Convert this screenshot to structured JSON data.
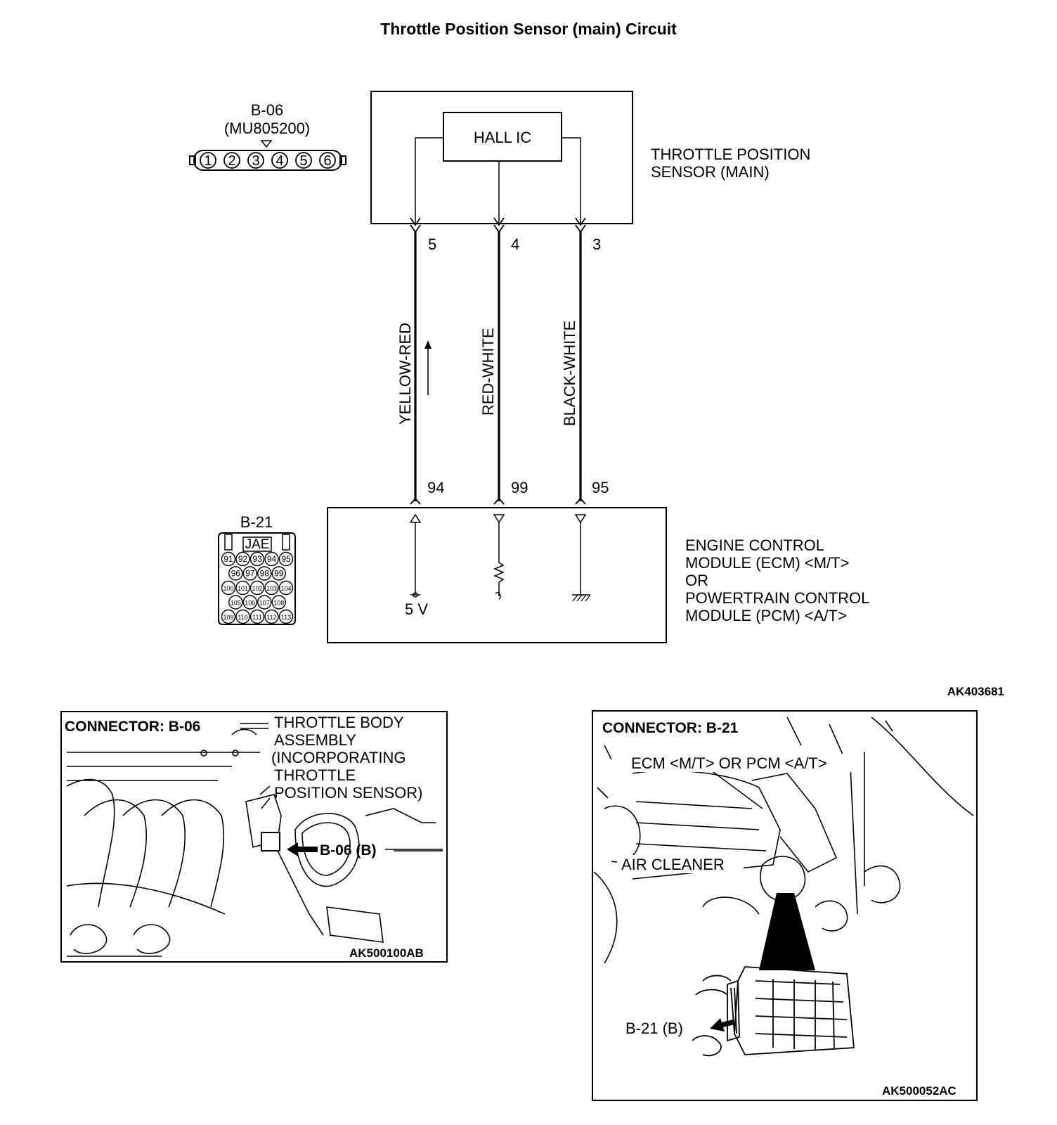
{
  "title": "Throttle Position Sensor (main) Circuit",
  "figure_code_main": "AK403681",
  "sensor": {
    "ic_label": "HALL IC",
    "name_line1": "THROTTLE POSITION",
    "name_line2": "SENSOR (MAIN)",
    "connector_id": "B-06",
    "connector_part": "(MU805200)",
    "connector_pins": [
      "1",
      "2",
      "3",
      "4",
      "5",
      "6"
    ],
    "terminals": [
      "5",
      "4",
      "3"
    ]
  },
  "wires": [
    "YELLOW-RED",
    "RED-WHITE",
    "BLACK-WHITE"
  ],
  "ecm": {
    "connector_id": "B-21",
    "connector_brand": "JAE",
    "pin_rows": [
      [
        "91",
        "92",
        "93",
        "94",
        "95"
      ],
      [
        "96",
        "97",
        "98",
        "99"
      ],
      [
        "100",
        "101",
        "102",
        "103",
        "104"
      ],
      [
        "105",
        "106",
        "107",
        "108"
      ],
      [
        "109",
        "110",
        "111",
        "112",
        "113"
      ]
    ],
    "terminals": [
      "94",
      "99",
      "95"
    ],
    "voltage_label": "5 V",
    "name_lines": [
      "ENGINE CONTROL",
      "MODULE (ECM) <M/T>",
      "OR",
      "POWERTRAIN CONTROL",
      "MODULE (PCM) <A/T>"
    ]
  },
  "location_b06": {
    "heading": "CONNECTOR: B-06",
    "desc_lines": [
      "THROTTLE BODY",
      "ASSEMBLY",
      "(INCORPORATING",
      "THROTTLE",
      "POSITION SENSOR)"
    ],
    "callout": "B-06 (B)",
    "figure_code": "AK500100AB"
  },
  "location_b21": {
    "heading": "CONNECTOR: B-21",
    "ecm_label": "ECM <M/T> OR PCM <A/T>",
    "air_cleaner_label": "AIR CLEANER",
    "callout": "B-21 (B)",
    "figure_code": "AK500052AC"
  }
}
